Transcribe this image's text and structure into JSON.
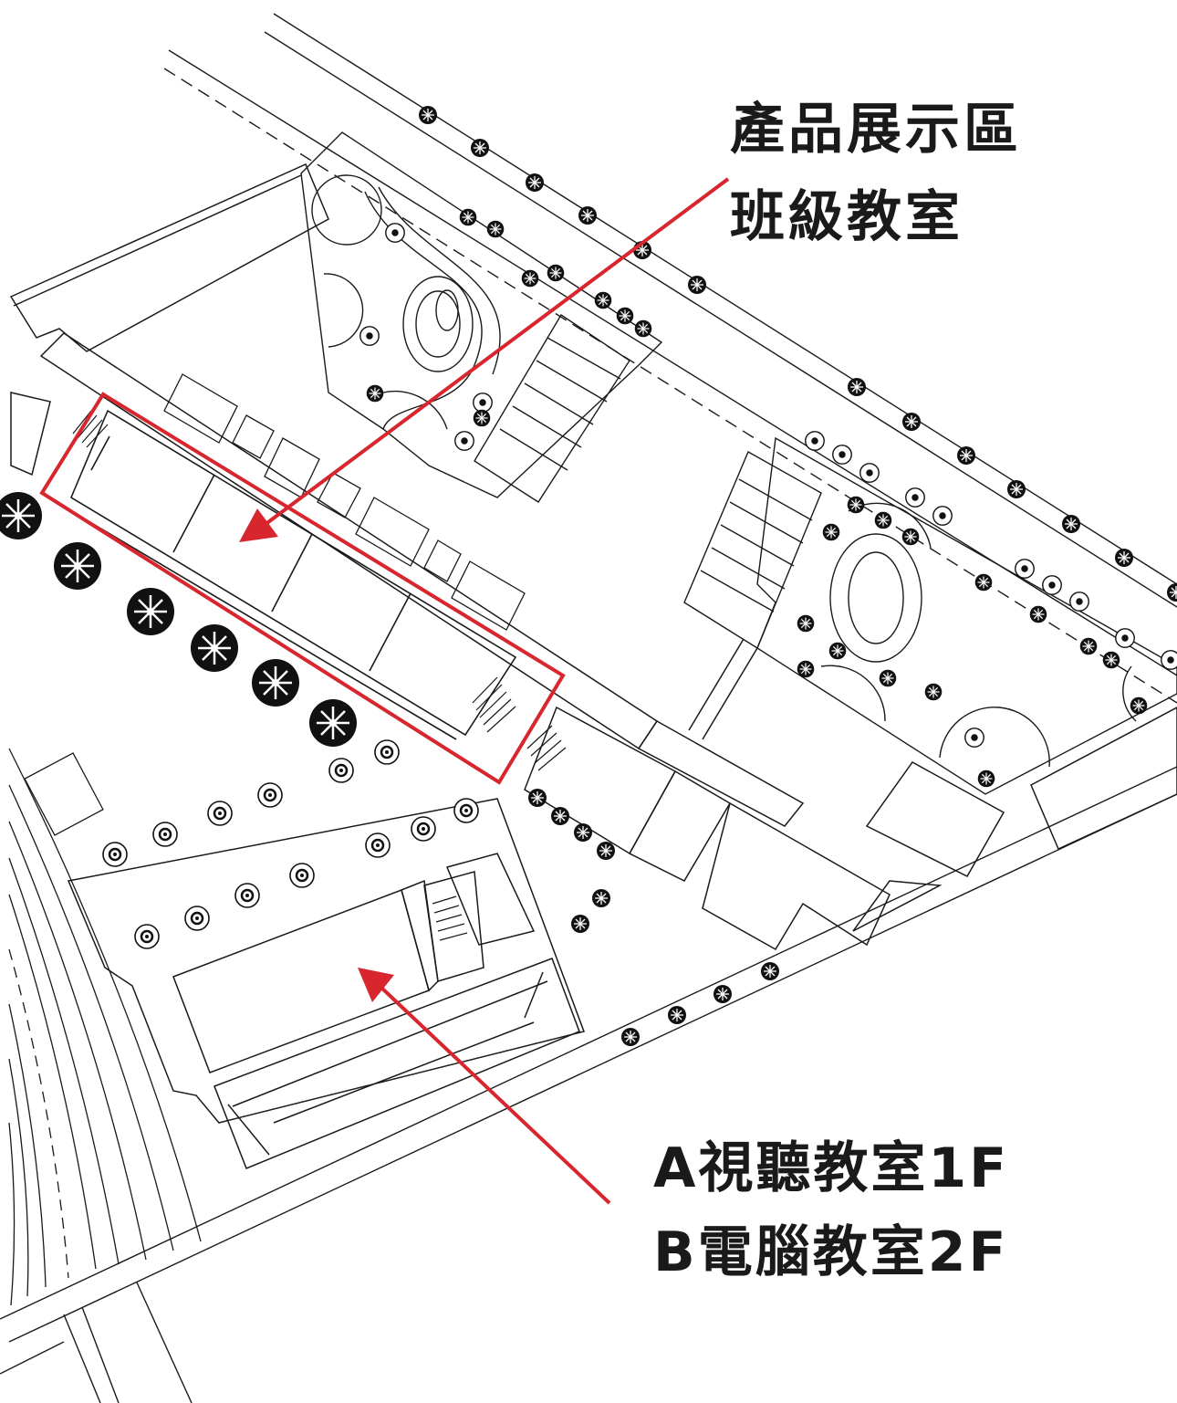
{
  "labels": {
    "top": [
      "產品展示區",
      "班級教室"
    ],
    "bottom": [
      "A視聽教室1F",
      "B電腦教室2F"
    ]
  },
  "colors": {
    "highlight": "#d8262e",
    "line": "#1a1a1a",
    "background": "#ffffff"
  },
  "icons": {
    "tree": "tree-symbol",
    "stair": "stair-hatch",
    "arrow": "red-pointer-arrow"
  }
}
